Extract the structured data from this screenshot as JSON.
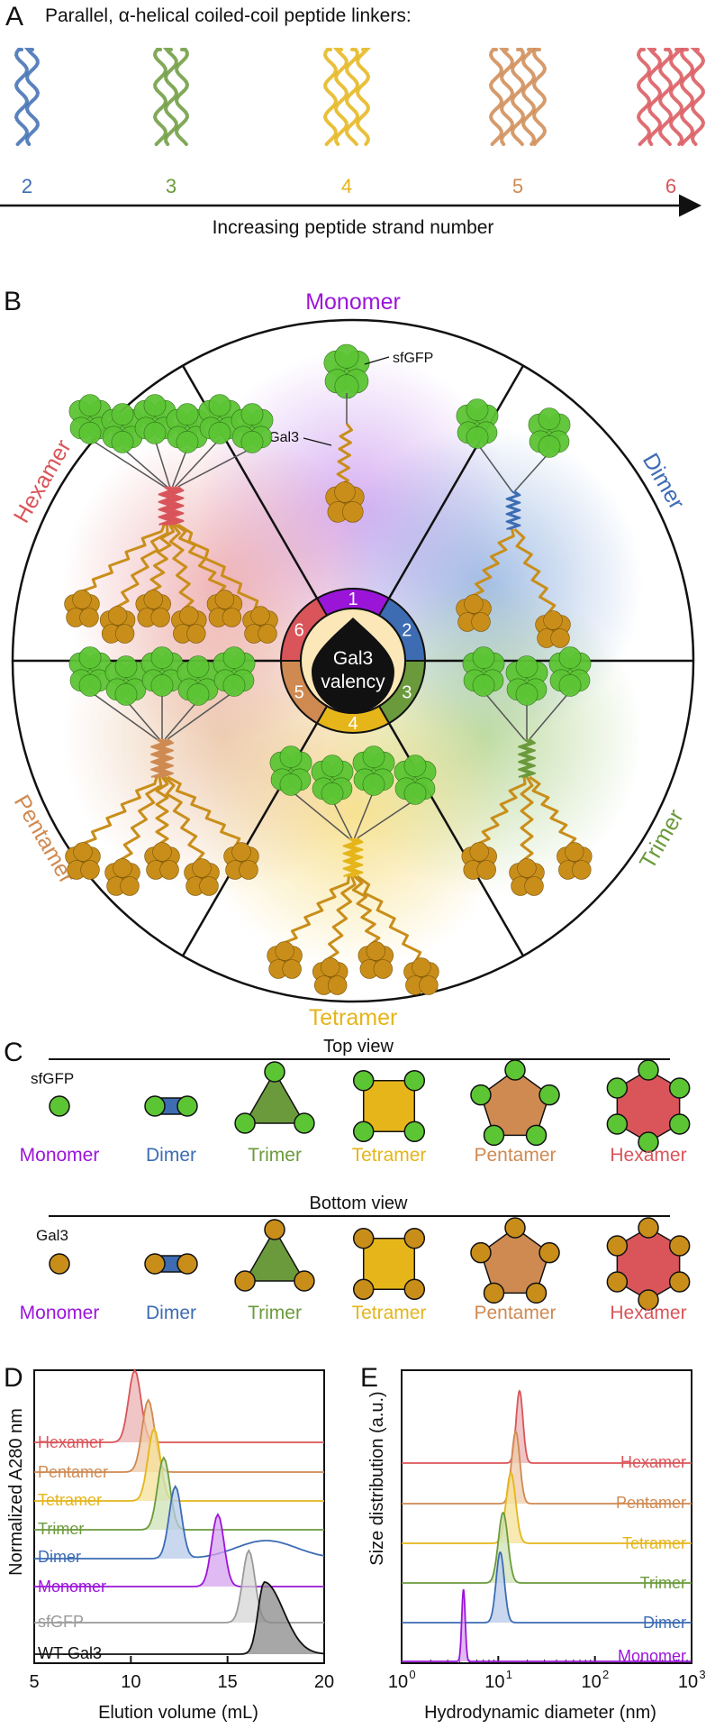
{
  "colors": {
    "n1": "#9b15d9",
    "n2": "#3d6cb3",
    "n3": "#6b9a3c",
    "n4": "#e5b51a",
    "n5": "#cf8a52",
    "n6": "#d9555a",
    "gfp": "#5cc534",
    "gal3": "#c98e1a",
    "grey": "#9a9a9a",
    "black": "#111111"
  },
  "panelA": {
    "letter": "A",
    "title": "Parallel, α-helical coiled-coil peptide linkers:",
    "numbers": [
      "2",
      "3",
      "4",
      "5",
      "6"
    ],
    "axis_label": "Increasing peptide strand number"
  },
  "panelB": {
    "letter": "B",
    "center_line1": "Gal3",
    "center_line2": "valency",
    "ring_numbers": [
      "1",
      "2",
      "3",
      "4",
      "5",
      "6"
    ],
    "sectors": [
      "Monomer",
      "Dimer",
      "Trimer",
      "Tetramer",
      "Pentamer",
      "Hexamer"
    ],
    "sfgfp_label": "sfGFP",
    "gal3_label": "Gal3"
  },
  "panelC": {
    "letter": "C",
    "top_title": "Top view",
    "bottom_title": "Bottom view",
    "top_legend": "sfGFP",
    "bottom_legend": "Gal3",
    "names": [
      "Monomer",
      "Dimer",
      "Trimer",
      "Tetramer",
      "Pentamer",
      "Hexamer"
    ]
  },
  "panelD": {
    "letter": "D",
    "xlabel": "Elution volume (mL)",
    "ylabel": "Normalized A280 nm",
    "xticks": [
      "5",
      "10",
      "15",
      "20"
    ],
    "series": [
      "Hexamer",
      "Pentamer",
      "Tetramer",
      "Trimer",
      "Dimer",
      "Monomer",
      "sfGFP",
      "WT-Gal3"
    ]
  },
  "panelE": {
    "letter": "E",
    "xlabel": "Hydrodynamic diameter (nm)",
    "ylabel": "Size distribution (a.u.)",
    "xticks": [
      "10",
      "10",
      "10",
      "10"
    ],
    "xtick_exps": [
      "0",
      "1",
      "2",
      "3"
    ],
    "series": [
      "Hexamer",
      "Pentamer",
      "Tetramer",
      "Trimer",
      "Dimer",
      "Monomer"
    ]
  }
}
